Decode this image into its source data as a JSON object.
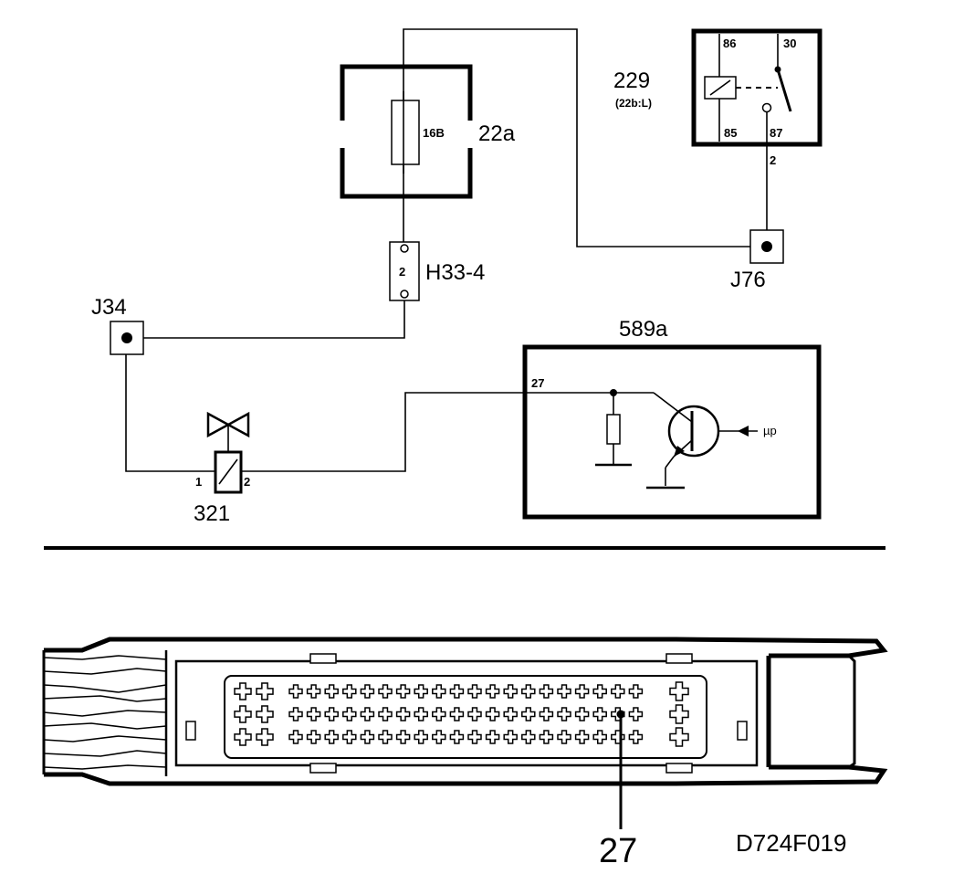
{
  "components": {
    "fuse_box": {
      "id": "22a",
      "fuse_rating": "16B"
    },
    "relay": {
      "id": "229",
      "ref": "(22b:L)",
      "pins": [
        "86",
        "30",
        "85",
        "87"
      ],
      "output_pin": "2"
    },
    "connector_h33": {
      "id": "H33-4",
      "pin": "2"
    },
    "junction_j76": {
      "id": "J76"
    },
    "junction_j34": {
      "id": "J34"
    },
    "control_unit": {
      "id": "589a",
      "pin": "27",
      "symbol": "µp"
    },
    "solenoid_valve": {
      "id": "321",
      "pin_left": "1",
      "pin_right": "2"
    }
  },
  "connector": {
    "callout_pin": "27"
  },
  "drawing_code": "D724F019"
}
